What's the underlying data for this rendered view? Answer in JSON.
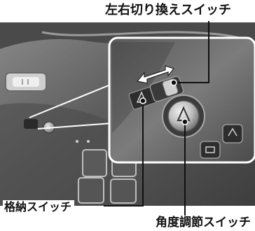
{
  "labels": {
    "lr_switch": "左右切り換えスイッチ",
    "retract_switch": "格納スイッチ",
    "angle_switch": "角度調節スイッチ"
  },
  "colors": {
    "panel_dark": "#3a3a3a",
    "panel_mid": "#6e6e6e",
    "callout_line": "#ffffff",
    "leader_line": "#111111"
  }
}
